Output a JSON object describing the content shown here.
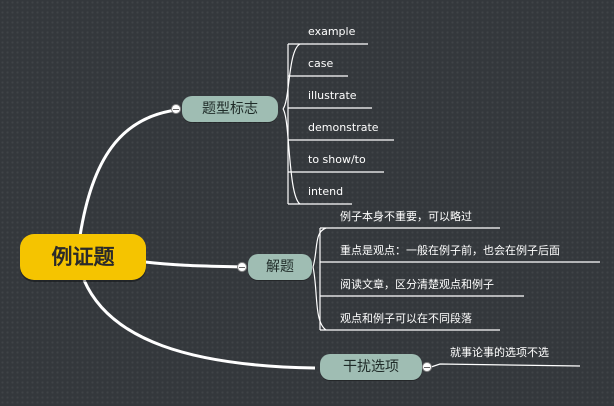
{
  "root": {
    "label": "例证题"
  },
  "branches": [
    {
      "label": "题型标志",
      "leaves": [
        "example",
        "case",
        "illustrate",
        "demonstrate",
        "to show/to",
        "intend"
      ]
    },
    {
      "label": "解题",
      "leaves": [
        "例子本身不重要，可以略过",
        "重点是观点：一般在例子前，也会在例子后面",
        "阅读文章，区分清楚观点和例子",
        "观点和例子可以在不同段落"
      ]
    },
    {
      "label": "干扰选项",
      "leaves": [
        "就事论事的选项不选"
      ]
    }
  ],
  "colors": {
    "background": "#34383c",
    "root": "#f5c400",
    "branch": "#9fbdb3",
    "line": "#ffffff"
  }
}
